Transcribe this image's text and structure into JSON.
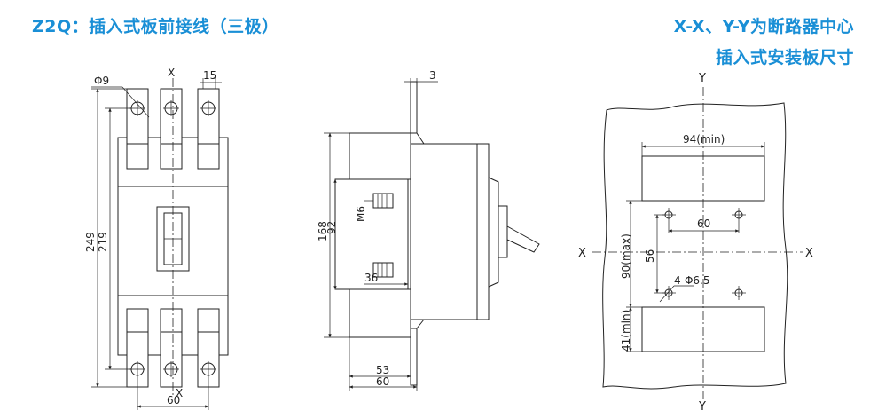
{
  "titles": {
    "left": "Z2Q：插入式板前接线（三极）",
    "right_line1": "X-X、Y-Y为断路器中心",
    "right_line2": "插入式安装板尺寸"
  },
  "front_view": {
    "axis_label_top": "X",
    "axis_label_bottom": "X",
    "dim_hole": "Φ9",
    "dim_terminal_width": "15",
    "dim_height_total": "249",
    "dim_height_inner": "219",
    "dim_width": "60"
  },
  "side_view": {
    "dim_plate": "3",
    "dim_height_168": "168",
    "dim_height_92": "92",
    "dim_screw": "M6",
    "dim_36": "36",
    "dim_53": "53",
    "dim_60": "60"
  },
  "panel_view": {
    "axis_y_top": "Y",
    "axis_y_bottom": "Y",
    "axis_x_left": "X",
    "axis_x_right": "X",
    "dim_94min": "94(min)",
    "dim_60": "60",
    "dim_56": "56",
    "dim_90max": "90(max)",
    "dim_holes": "4-Φ6.5",
    "dim_41min": "41(min)"
  },
  "colors": {
    "title": "#1a8fd6",
    "line": "#222222"
  }
}
